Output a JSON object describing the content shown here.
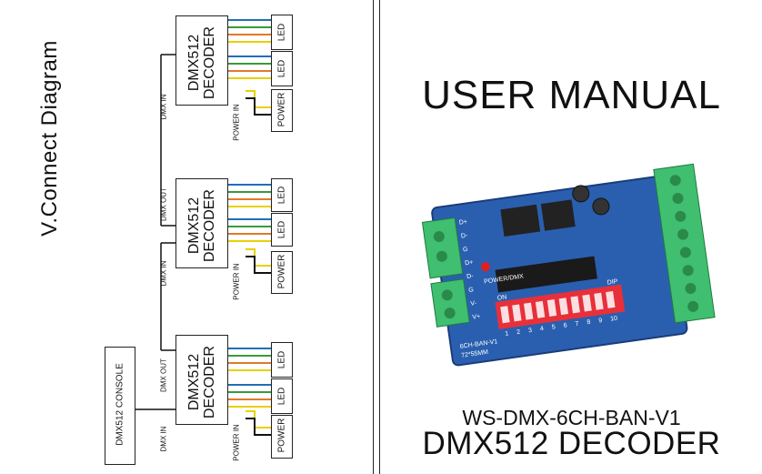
{
  "left_panel": {
    "title": "V.Connect Diagram",
    "decoders": [
      {
        "line1": "DMX512",
        "line2": "DECODER"
      },
      {
        "line1": "DMX512",
        "line2": "DECODER"
      },
      {
        "line1": "DMX512",
        "line2": "DECODER"
      }
    ],
    "led_label": "LED",
    "power_label": "POWER",
    "power_in_label": "POWER IN",
    "dmx_in_label": "DMX IN",
    "dmx_out_label": "DMX OUT",
    "console_label": "DMX512 CONSOLE"
  },
  "right_panel": {
    "title": "USER MANUAL",
    "model": "WS-DMX-6CH-BAN-V1",
    "product": "DMX512 DECODER",
    "board_text": {
      "power_dmx": "POWER/DMX",
      "dip": "DIP",
      "on": "ON",
      "dip_numbers": [
        "1",
        "2",
        "3",
        "4",
        "5",
        "6",
        "7",
        "8",
        "9",
        "10"
      ],
      "model_print": "6CH-BAN-V1",
      "size_print": "72*55MM",
      "pin_left": [
        "D+",
        "D-",
        "G",
        "D+",
        "D-",
        "G",
        "V-",
        "V+"
      ]
    }
  },
  "colors": {
    "wire_blue": "#1f6fb8",
    "wire_green": "#3a9a3a",
    "wire_orange": "#e07a2a",
    "wire_yellow": "#e8d000",
    "board_blue": "#2a5fb0",
    "terminal_green": "#3fbf6f",
    "dip_red": "#e8303a"
  }
}
